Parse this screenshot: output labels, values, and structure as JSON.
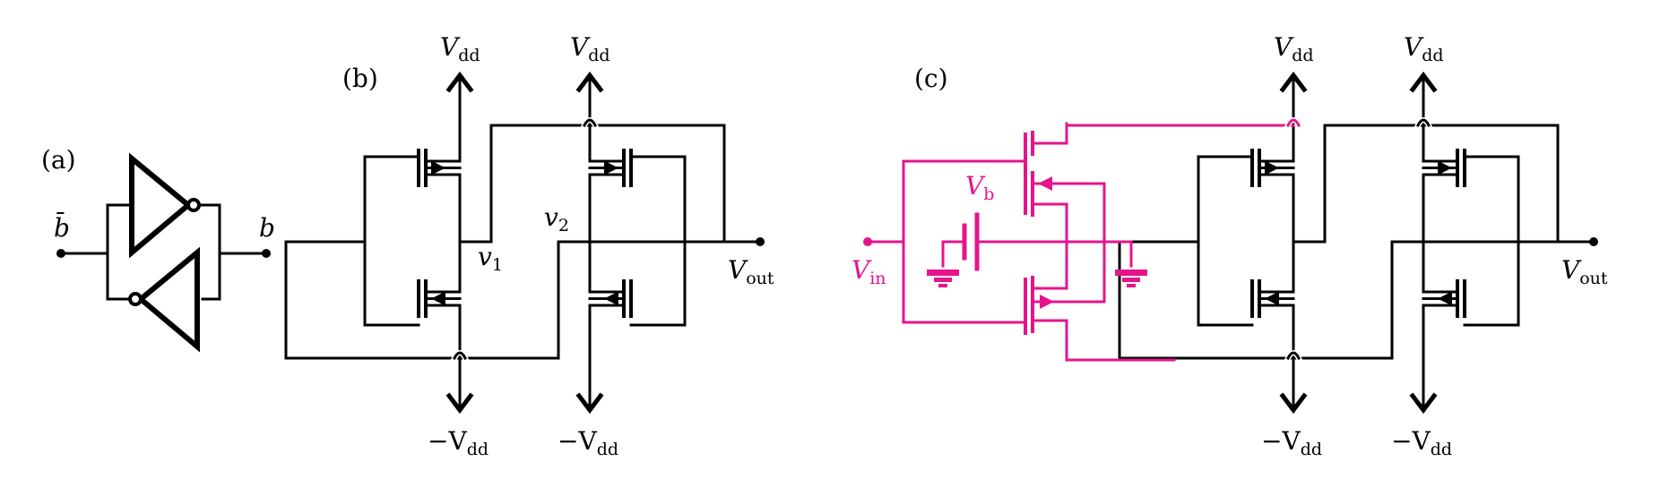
{
  "colors": {
    "ink": "#000000",
    "highlight": "#e6148c"
  },
  "panel_a": {
    "tag": "(a)",
    "in_label": "b̄",
    "out_label": "b"
  },
  "panel_b": {
    "tag": "(b)",
    "vdd_main": "V",
    "vdd_sub": "dd",
    "neg_vdd_main": "−V",
    "neg_vdd_sub": "dd",
    "v1_main": "v",
    "v1_sub": "1",
    "v2_main": "v",
    "v2_sub": "2",
    "vout_main": "V",
    "vout_sub": "out"
  },
  "panel_c": {
    "tag": "(c)",
    "vdd_main": "V",
    "vdd_sub": "dd",
    "neg_vdd_main": "−V",
    "neg_vdd_sub": "dd",
    "vout_main": "V",
    "vout_sub": "out",
    "vin_main": "V",
    "vin_sub": "in",
    "vb_main": "V",
    "vb_sub": "b"
  }
}
